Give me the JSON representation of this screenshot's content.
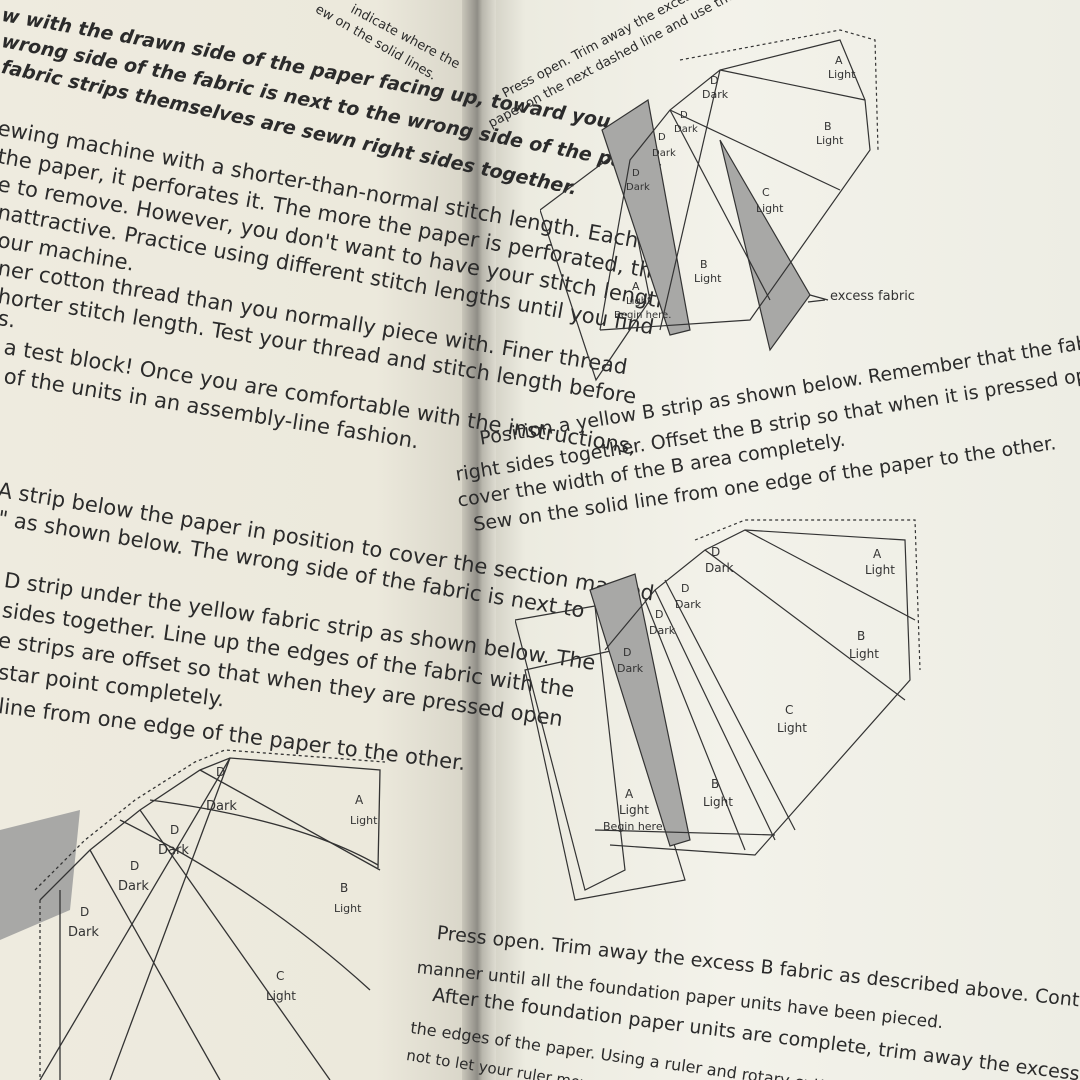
{
  "left_page": {
    "lines": [
      "w with the drawn side of the paper facing up, toward you.",
      "wrong side of the fabric is next to the wrong side of the paper.",
      "fabric strips themselves are sewn right sides together.",
      "ewing machine with a shorter-than-normal stitch length. Each",
      "the paper, it perforates it. The more the paper is perforated, the",
      "e to remove. However, you don't want to have your stitch length",
      "nattractive. Practice using different stitch lengths until you find",
      "our machine.",
      "ner cotton thread than you normally piece with. Finer thread",
      "horter stitch length. Test your thread and stitch length before",
      "s.",
      "a test block! Once you are comfortable with the instructions,",
      "of the units in an assembly-line fashion.",
      "A strip below the paper in position to cover the section marked",
      "\" as shown below. The wrong side of the fabric is next to",
      "D strip under the yellow fabric strip as shown below. The",
      "sides together. Line up the edges of the fabric with the",
      "e strips are offset so that when they are pressed open",
      "star point completely.",
      "line from one edge of the paper to the other."
    ],
    "top_fragment": "indicate where the",
    "top_fragment2": "ew on the solid lines.",
    "diagram_labels": {
      "d": "D",
      "dark": "Dark",
      "a": "A",
      "b": "B",
      "c": "C",
      "light": "Light"
    }
  },
  "right_page": {
    "top_lines": [
      "Press open. Trim away the excess D fabric",
      "paper on the next dashed line and use the folded paper"
    ],
    "middle_lines": [
      "Position a yellow B strip as shown below. Remember that the fabric is always",
      "right sides together. Offset the B strip so that when it is pressed open all of it will",
      "cover the width of the B area completely.",
      "Sew on the solid line from one edge of the paper to the other."
    ],
    "bottom_lines": [
      "Press open. Trim away the excess B fabric as described above. Continue in",
      "manner until all the foundation paper units have been pieced.",
      "After the foundation paper units are complete, trim away the excess fab",
      "the edges of the paper. Using a ruler and rotary cutter",
      "not to let your ruler move"
    ],
    "excess_label": "excess fabric",
    "begin_here": "Begin here.",
    "diagram_labels": {
      "d": "D",
      "dark": "Dark",
      "a": "A",
      "b": "B",
      "c": "C",
      "light": "Light"
    }
  },
  "colors": {
    "paper": "#f1efe4",
    "ink": "#2b2b2b",
    "fabric_gray": "#a8a8a6",
    "page_shadow": "#8f8d86"
  }
}
